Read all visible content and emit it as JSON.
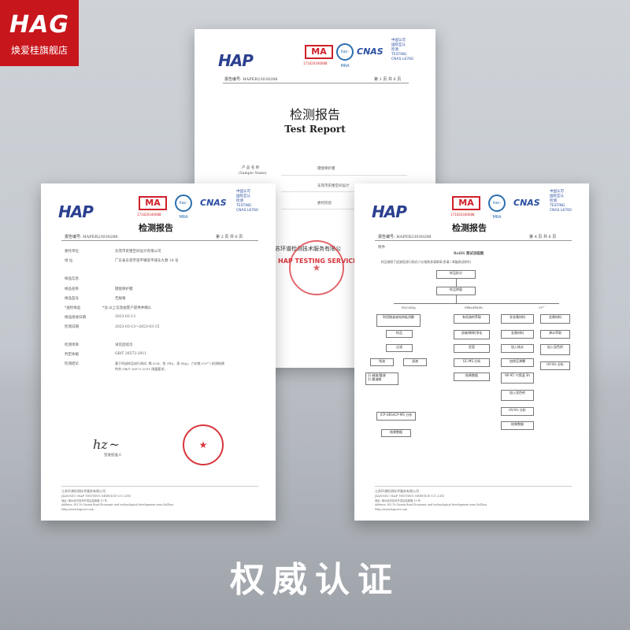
{
  "brand": {
    "logo": "HAG",
    "store_name": "焕爱桂旗舰店",
    "color": "#c8161d"
  },
  "headline": "权威认证",
  "certificate_marks": {
    "hap": "HAP",
    "ma": "MA",
    "ma_number": "171020340088",
    "ilac": "ilac-MRA",
    "cnas": "CNAS",
    "cnas_lines": [
      "中国认可",
      "国际互认",
      "检测",
      "TESTING",
      "CNAS L6760"
    ]
  },
  "front_report": {
    "report_no": "报告编号: HAPER23030288",
    "page": "第 1 页 共 6 页",
    "title_cn": "检测报告",
    "title_en": "Test Report",
    "sample_label": "产 品 名 称",
    "sample_label_en": "(Sample Name)",
    "sample_value": "键盘保护膜",
    "client_value": "东莞市史隆空间设计",
    "test_type": "委托检验",
    "institute": "苏环谱检测技术服务有限公",
    "seal_text": "HAP TESTING SERVICE"
  },
  "left_report": {
    "report_no": "报告编号: HAPER23030288",
    "page": "第 2 页 共 6 页",
    "title_cn": "检测报告",
    "rows": [
      {
        "label": "委托单位",
        "value": "东莞市史隆空间设计有限公司"
      },
      {
        "label": "地    址",
        "value": "广东省东莞市常平镇常平城东九巷 14 号"
      },
      {
        "label": "样品信息",
        "value": ""
      },
      {
        "label": "样品名称",
        "value": "键盘保护膜"
      },
      {
        "label": "样品型号",
        "value": "无规格"
      },
      {
        "label": "*送检样品",
        "value": "*注:以上信息由客户提供并确认"
      },
      {
        "label": "样品接收日期",
        "value": "2023-03-13"
      },
      {
        "label": "检测日期",
        "value": "2023-03-13～2023-03-15"
      },
      {
        "label": "检测项目",
        "value": "详见后续页"
      },
      {
        "label": "判定依据",
        "value": "GB/T 26572-2011"
      },
      {
        "label": "检测结论",
        "value": "基于所送样品进行测试, 镉 (Cd)、铅 (Pb)、汞 (Hg)、六价铬 (Cr⁶⁺) 检测结果"
      },
      {
        "label": "",
        "value": "符合 GB/T 26572-2011 限量要求。"
      }
    ],
    "signer": "签发批准人",
    "footer_lines": [
      "江苏环谱检测技术服务有限公司",
      "JIANGSU HAP TESTING SERVICE CO.,LTD",
      "地址: 徐州经济技术开发区高新路 19 号",
      "Address: NO.19 Gaoxin Road,Economic and technological development zone,XuZhou",
      "Http://www.hapcert.com"
    ]
  },
  "right_report": {
    "report_no": "报告编号: HAPER23030288",
    "page": "第 4 页 共 6 页",
    "title_cn": "检测报告",
    "attachment": "附件",
    "flow_title": "RoHS 测试流程图",
    "flow_desc": "样品按照下述流程进行测试(六价铬和多溴联苯/多溴二苯醚测试除外)",
    "flow_nodes": [
      "样品拆分",
      "样品称量",
      "Pb/Cd/Hg",
      "PBBs/PBDEs",
      "Cr⁶⁺",
      "非金属材料",
      "金属材料",
      "利用微波或电热板消解",
      "有机溶剂萃取",
      "样品",
      "浓缩/稀释/净化",
      "过滤",
      "定容",
      "残渣",
      "滤液",
      "GC-MS 分析",
      "1) 碱熔/酸溶",
      "2) 酸溶解",
      "ICP-OES/ICP-MS 分析",
      "结果数据",
      "结果数据",
      "金属材料",
      "加入纯水",
      "加热至沸腾",
      "90-95 ℃保温 3h",
      "加入显色剂",
      "UV-Vis 分析",
      "沸水萃取",
      "加入显色剂",
      "UV-Vis 分析",
      "结果数据"
    ],
    "footer_lines": [
      "江苏环谱检测技术服务有限公司",
      "JIANGSU HAP TESTING SERVICE CO.,LTD",
      "地址: 徐州经济技术开发区高新路 19 号",
      "Address: NO.19 Gaoxin Road,Economic and technological development zone,XuZhou",
      "Http://www.hapcert.com"
    ]
  }
}
